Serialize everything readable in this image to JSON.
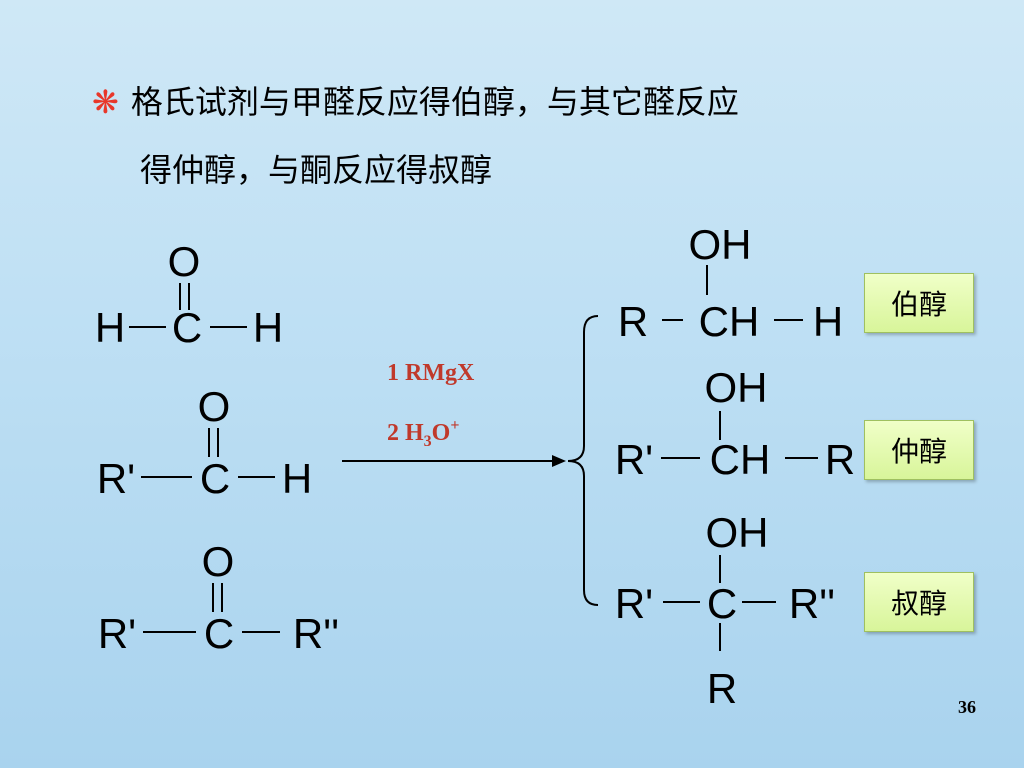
{
  "slide": {
    "bullet_symbol": "❋",
    "line1": "格氏试剂与甲醛反应得伯醇，与其它醛反应",
    "line2": "得仲醇，与酮反应得叔醇",
    "page_number": "36"
  },
  "reagents": {
    "step1": "1 RMgX",
    "step2_prefix": "2 H",
    "step2_sub": "3",
    "step2_mid": "O",
    "step2_sup": "+"
  },
  "reactants": {
    "formaldehyde": {
      "o": "O",
      "left": "H",
      "center": "C",
      "right": "H"
    },
    "aldehyde": {
      "o": "O",
      "left": "R'",
      "center": "C",
      "right": "H"
    },
    "ketone": {
      "o": "O",
      "left": "R'",
      "center": "C",
      "right": "R''"
    }
  },
  "products": {
    "primary": {
      "oh": "OH",
      "left": "R",
      "center": "CH",
      "right": "H",
      "label": "伯醇"
    },
    "secondary": {
      "oh": "OH",
      "left": "R'",
      "center": "CH",
      "right": "R",
      "label": "仲醇"
    },
    "tertiary": {
      "oh": "OH",
      "left": "R'",
      "center": "C",
      "right": "R''",
      "bottom": "R",
      "label": "叔醇"
    }
  }
}
